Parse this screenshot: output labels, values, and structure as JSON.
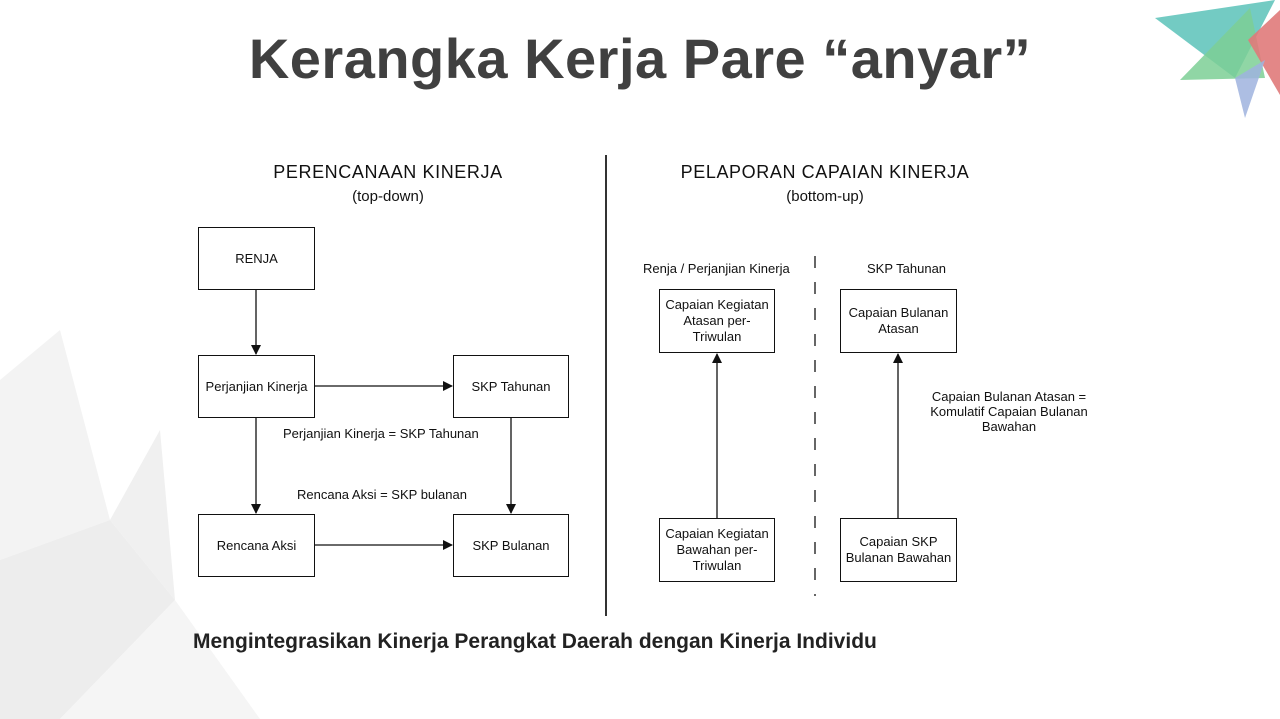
{
  "slide": {
    "title": "Kerangka Kerja Pare “anyar”",
    "footer": "Mengintegrasikan Kinerja Perangkat Daerah dengan Kinerja Individu"
  },
  "left_panel": {
    "heading": "PERENCANAAN KINERJA",
    "subheading": "(top-down)",
    "boxes": {
      "renja": "RENJA",
      "perjanjian_kinerja": "Perjanjian Kinerja",
      "skp_tahunan": "SKP Tahunan",
      "rencana_aksi": "Rencana Aksi",
      "skp_bulanan": "SKP Bulanan"
    },
    "notes": {
      "pk_equals_skp": "Perjanjian Kinerja = SKP Tahunan",
      "ra_equals_skp": "Rencana Aksi = SKP bulanan"
    }
  },
  "right_panel": {
    "heading": "PELAPORAN CAPAIAN KINERJA",
    "subheading": "(bottom-up)",
    "col1_label": "Renja / Perjanjian Kinerja",
    "col2_label": "SKP Tahunan",
    "boxes": {
      "capaian_atasan_triwulan": "Capaian Kegiatan Atasan per-Triwulan",
      "capaian_bawahan_triwulan": "Capaian Kegiatan Bawahan per-Triwulan",
      "capaian_bulanan_atasan": "Capaian Bulanan Atasan",
      "capaian_skp_bulanan_bawahan": "Capaian SKP Bulanan Bawahan"
    },
    "note": "Capaian Bulanan Atasan = Komulatif Capaian Bulanan Bawahan"
  },
  "colors": {
    "title": "#404040",
    "accent_teal": "#5bc2b8",
    "accent_green": "#7ccf95",
    "accent_red": "#e07a7a",
    "accent_blue": "#9fb3de"
  }
}
